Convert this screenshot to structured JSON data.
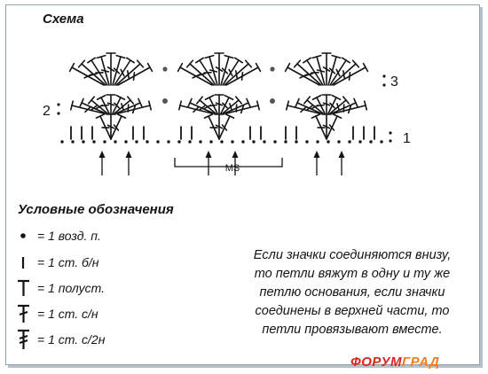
{
  "title": "Схема",
  "diagram": {
    "row_labels": {
      "r1": "1",
      "r2": "2",
      "r3": "3"
    },
    "ms_label": "MS",
    "ink_color": "#141414"
  },
  "legend": {
    "title": "Условные обозначения",
    "items": [
      {
        "icon": "chain-stitch-dot",
        "text": "= 1 возд. п."
      },
      {
        "icon": "single-crochet-bar",
        "text": "= 1 ст. б/н"
      },
      {
        "icon": "half-double-crochet-t",
        "text": "= 1 полуст."
      },
      {
        "icon": "double-crochet-t-crossed",
        "text": "= 1 ст. с/н"
      },
      {
        "icon": "treble-crochet-t-double-crossed",
        "text": "= 1 ст. с/2н"
      }
    ]
  },
  "note": {
    "lines": [
      "Если значки соединяются внизу,",
      "то петли вяжут в одну и ту же",
      "петлю основания, если значки",
      "соединены в верхней части, то",
      "петли провязывают вместе."
    ]
  },
  "watermark": {
    "part1": "ФОРУМ",
    "part2": "ГРАД"
  }
}
